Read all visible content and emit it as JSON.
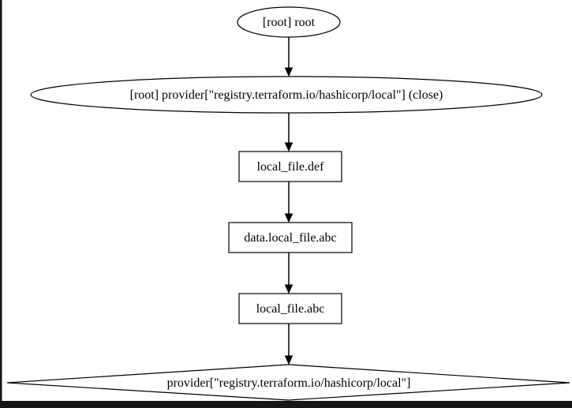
{
  "diagram": {
    "type": "graphviz-digraph",
    "description": "Terraform resource dependency graph, vertical top-to-bottom flow",
    "colors": {
      "background": "#ffffff",
      "node_fill": "#ffffff",
      "stroke": "#000000",
      "text": "#000000",
      "frame_bar": "#161619"
    },
    "nodes": [
      {
        "id": "root",
        "shape": "ellipse",
        "label": "[root] root"
      },
      {
        "id": "provider_close",
        "shape": "ellipse",
        "label": "[root] provider[\"registry.terraform.io/hashicorp/local\"] (close)"
      },
      {
        "id": "local_file_def",
        "shape": "box",
        "label": "local_file.def"
      },
      {
        "id": "data_local_file_abc",
        "shape": "box",
        "label": "data.local_file.abc"
      },
      {
        "id": "local_file_abc",
        "shape": "box",
        "label": "local_file.abc"
      },
      {
        "id": "provider",
        "shape": "diamond",
        "label": "provider[\"registry.terraform.io/hashicorp/local\"]"
      }
    ],
    "edges": [
      {
        "from": "root",
        "to": "provider_close"
      },
      {
        "from": "provider_close",
        "to": "local_file_def"
      },
      {
        "from": "local_file_def",
        "to": "data_local_file_abc"
      },
      {
        "from": "data_local_file_abc",
        "to": "local_file_abc"
      },
      {
        "from": "local_file_abc",
        "to": "provider"
      }
    ]
  }
}
